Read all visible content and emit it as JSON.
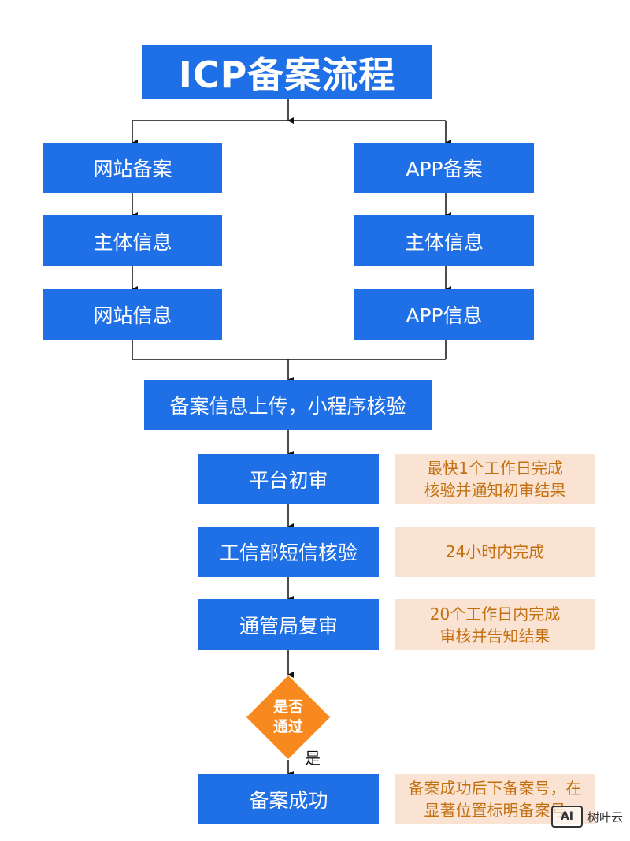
{
  "title": "ICP备案流程",
  "website_branch": {
    "steps": [
      "网站备案",
      "主体信息",
      "网站信息"
    ]
  },
  "app_branch": {
    "steps": [
      "APP备案",
      "主体信息",
      "APP信息"
    ]
  },
  "upload_step": "备案信息上传，小程序核验",
  "review_steps": [
    "平台初审",
    "工信部短信核验",
    "通管局复审"
  ],
  "notes": {
    "platform_review": [
      "最快1个工作日完成",
      "核验并通知初审结果"
    ],
    "sms_verify": [
      "24小时内完成"
    ],
    "bureau_review": [
      "20个工作日内完成",
      "审核并告知结果"
    ],
    "success": [
      "备案成功后下备案号，在",
      "显著位置标明备案号"
    ]
  },
  "decision": {
    "line1": "是否",
    "line2": "通过",
    "yes_label": "是"
  },
  "success_step": "备案成功",
  "watermark": {
    "badge": "AI",
    "text": "树叶云"
  },
  "colors": {
    "box": "#1f6fe6",
    "note_bg": "#fbe3d3",
    "note_text": "#c2700f",
    "decision": "#f7891f"
  }
}
